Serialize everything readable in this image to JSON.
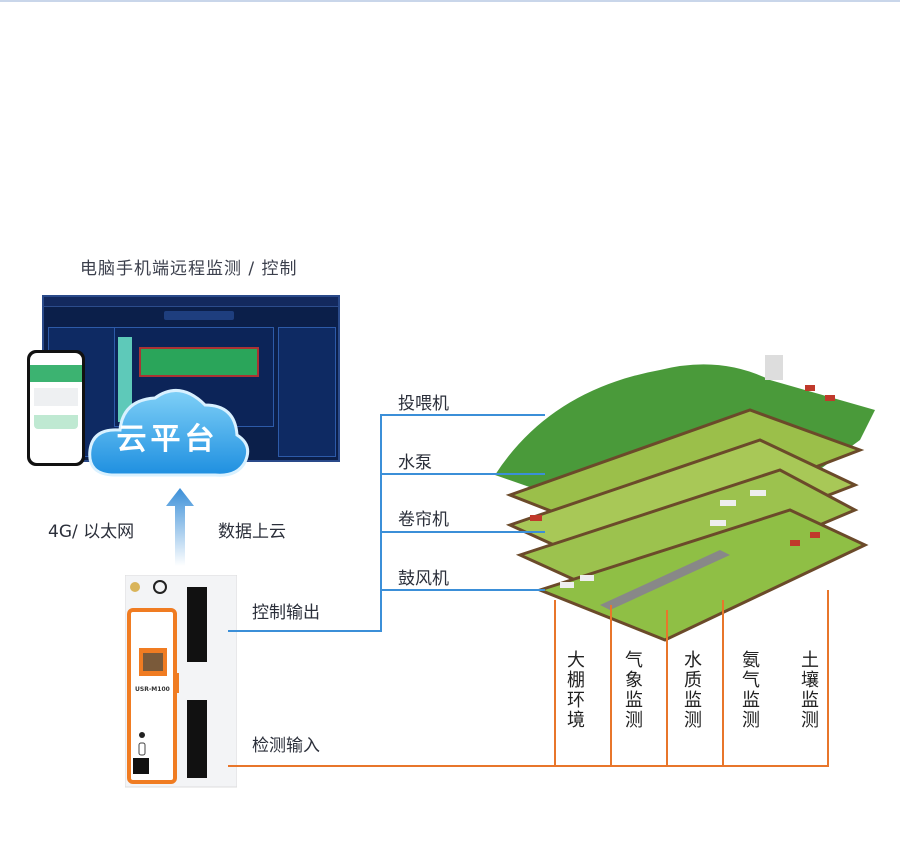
{
  "title": "电脑手机端远程监测 / 控制",
  "cloud_label": "云平台",
  "uplink": {
    "left": "4G/ 以太网",
    "right": "数据上云"
  },
  "device": {
    "model": "USR-M100"
  },
  "control_output": {
    "label": "控制输出",
    "targets": [
      "投喂机",
      "水泵",
      "卷帘机",
      "鼓风机"
    ]
  },
  "detect_input": {
    "label": "检测输入",
    "sources": [
      "大棚环境",
      "气象监测",
      "水质监测",
      "氨气监测",
      "土壤监测"
    ]
  },
  "colors": {
    "control_line": "#3b8fd8",
    "input_line": "#e8762b",
    "cloud": "#3fa9ea",
    "device_accent": "#f07c22"
  }
}
